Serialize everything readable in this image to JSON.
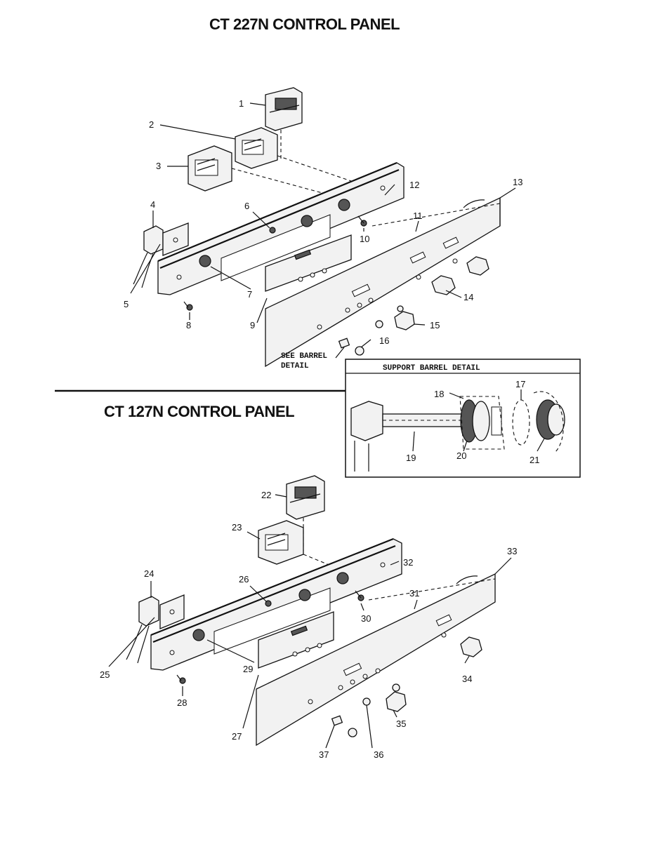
{
  "titles": {
    "top": "CT 227N CONTROL PANEL",
    "bottom": "CT 127N CONTROL PANEL"
  },
  "detail": {
    "header": "SUPPORT BARREL DETAIL",
    "note_line1": "SEE BARREL",
    "note_line2": "DETAIL"
  },
  "part_labels": {
    "p1": "1",
    "p2": "2",
    "p3": "3",
    "p4": "4",
    "p5": "5",
    "p6": "6",
    "p7": "7",
    "p8": "8",
    "p9": "9",
    "p10": "10",
    "p11": "11",
    "p12": "12",
    "p13": "13",
    "p14": "14",
    "p15": "15",
    "p16": "16",
    "p17": "17",
    "p18": "18",
    "p19": "19",
    "p20": "20",
    "p21": "21",
    "p22": "22",
    "p23": "23",
    "p24": "24",
    "p25": "25",
    "p26": "26",
    "p27": "27",
    "p28": "28",
    "p29": "29",
    "p30": "30",
    "p31": "31",
    "p32": "32",
    "p33": "33",
    "p34": "34",
    "p35": "35",
    "p36": "36",
    "p37": "37"
  }
}
